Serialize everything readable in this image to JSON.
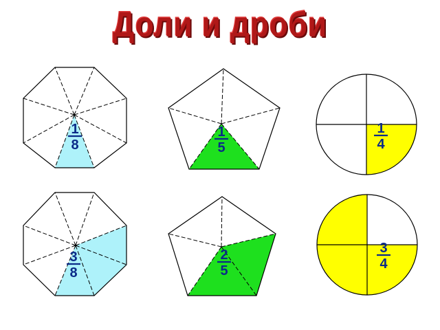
{
  "title": "Доли и дроби",
  "colors": {
    "title": "#b01818",
    "cyan": "#aef2fa",
    "green": "#1ee01e",
    "yellow": "#ffff00",
    "fraction_text": "#0a2a88"
  },
  "figures": [
    {
      "id": "octagon-one-eighth",
      "shape": "octagon",
      "parts": 8,
      "shaded": 1,
      "fill": "cyan",
      "fraction": {
        "numerator": "1",
        "denominator": "8"
      }
    },
    {
      "id": "pentagon-one-fifth",
      "shape": "pentagon",
      "parts": 5,
      "shaded": 1,
      "fill": "green",
      "fraction": {
        "numerator": "1",
        "denominator": "5"
      }
    },
    {
      "id": "circle-one-quarter",
      "shape": "circle",
      "parts": 4,
      "shaded": 1,
      "fill": "yellow",
      "fraction": {
        "numerator": "1",
        "denominator": "4"
      }
    },
    {
      "id": "octagon-three-eighths",
      "shape": "octagon",
      "parts": 8,
      "shaded": 3,
      "fill": "cyan",
      "fraction": {
        "numerator": "3",
        "denominator": "8"
      }
    },
    {
      "id": "pentagon-two-fifths",
      "shape": "pentagon",
      "parts": 5,
      "shaded": 2,
      "fill": "green",
      "fraction": {
        "numerator": "2",
        "denominator": "5"
      }
    },
    {
      "id": "circle-three-quarters",
      "shape": "circle",
      "parts": 4,
      "shaded": 3,
      "fill": "yellow",
      "fraction": {
        "numerator": "3",
        "denominator": "4"
      }
    }
  ]
}
